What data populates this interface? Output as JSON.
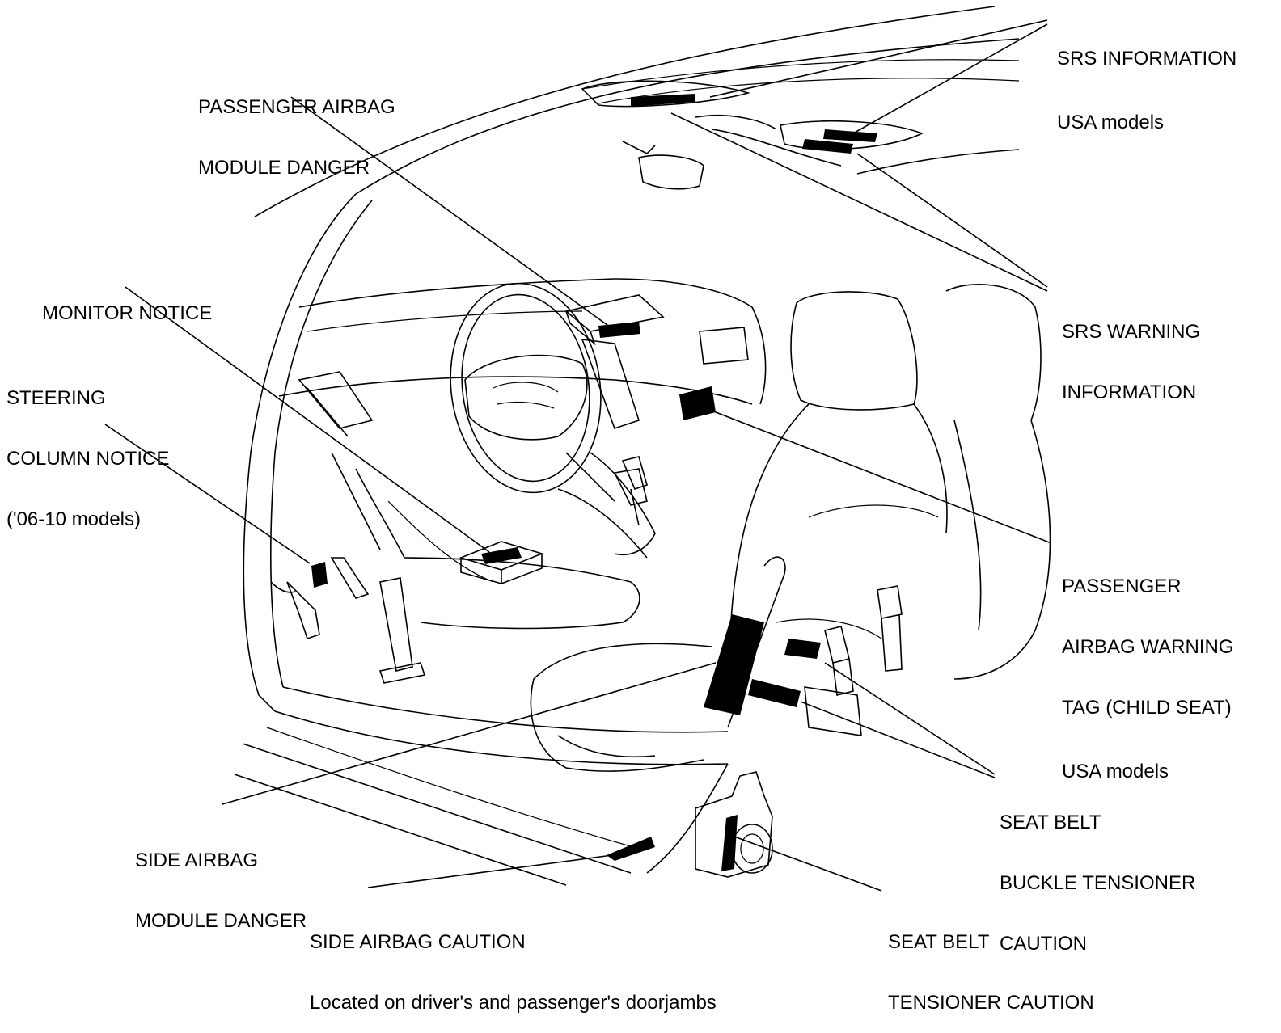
{
  "colors": {
    "ink": "#000000",
    "background": "#ffffff"
  },
  "labels": {
    "srs_information": {
      "title": "SRS INFORMATION",
      "note": "USA models"
    },
    "passenger_airbag_module_danger": {
      "line1": "PASSENGER AIRBAG",
      "line2": "MODULE DANGER"
    },
    "monitor_notice": {
      "line1": "MONITOR NOTICE"
    },
    "srs_warning_information": {
      "line1": "SRS WARNING",
      "line2": "INFORMATION"
    },
    "steering_column_notice": {
      "line1": "STEERING",
      "line2": "COLUMN NOTICE",
      "line3": "('06-10 models)"
    },
    "passenger_airbag_warning_tag": {
      "line1": "PASSENGER",
      "line2": "AIRBAG WARNING",
      "line3": "TAG (CHILD SEAT)",
      "note": "USA models"
    },
    "seat_belt_buckle_tensioner_caution": {
      "line1": "SEAT BELT",
      "line2": "BUCKLE TENSIONER",
      "line3": "CAUTION"
    },
    "side_airbag_module_danger": {
      "line1": "SIDE AIRBAG",
      "line2": "MODULE DANGER"
    },
    "side_airbag_caution": {
      "line1": "SIDE AIRBAG CAUTION",
      "note": "Located on driver's and passenger's doorjambs"
    },
    "seat_belt_tensioner_caution": {
      "line1": "SEAT BELT",
      "line2": "TENSIONER CAUTION"
    }
  }
}
